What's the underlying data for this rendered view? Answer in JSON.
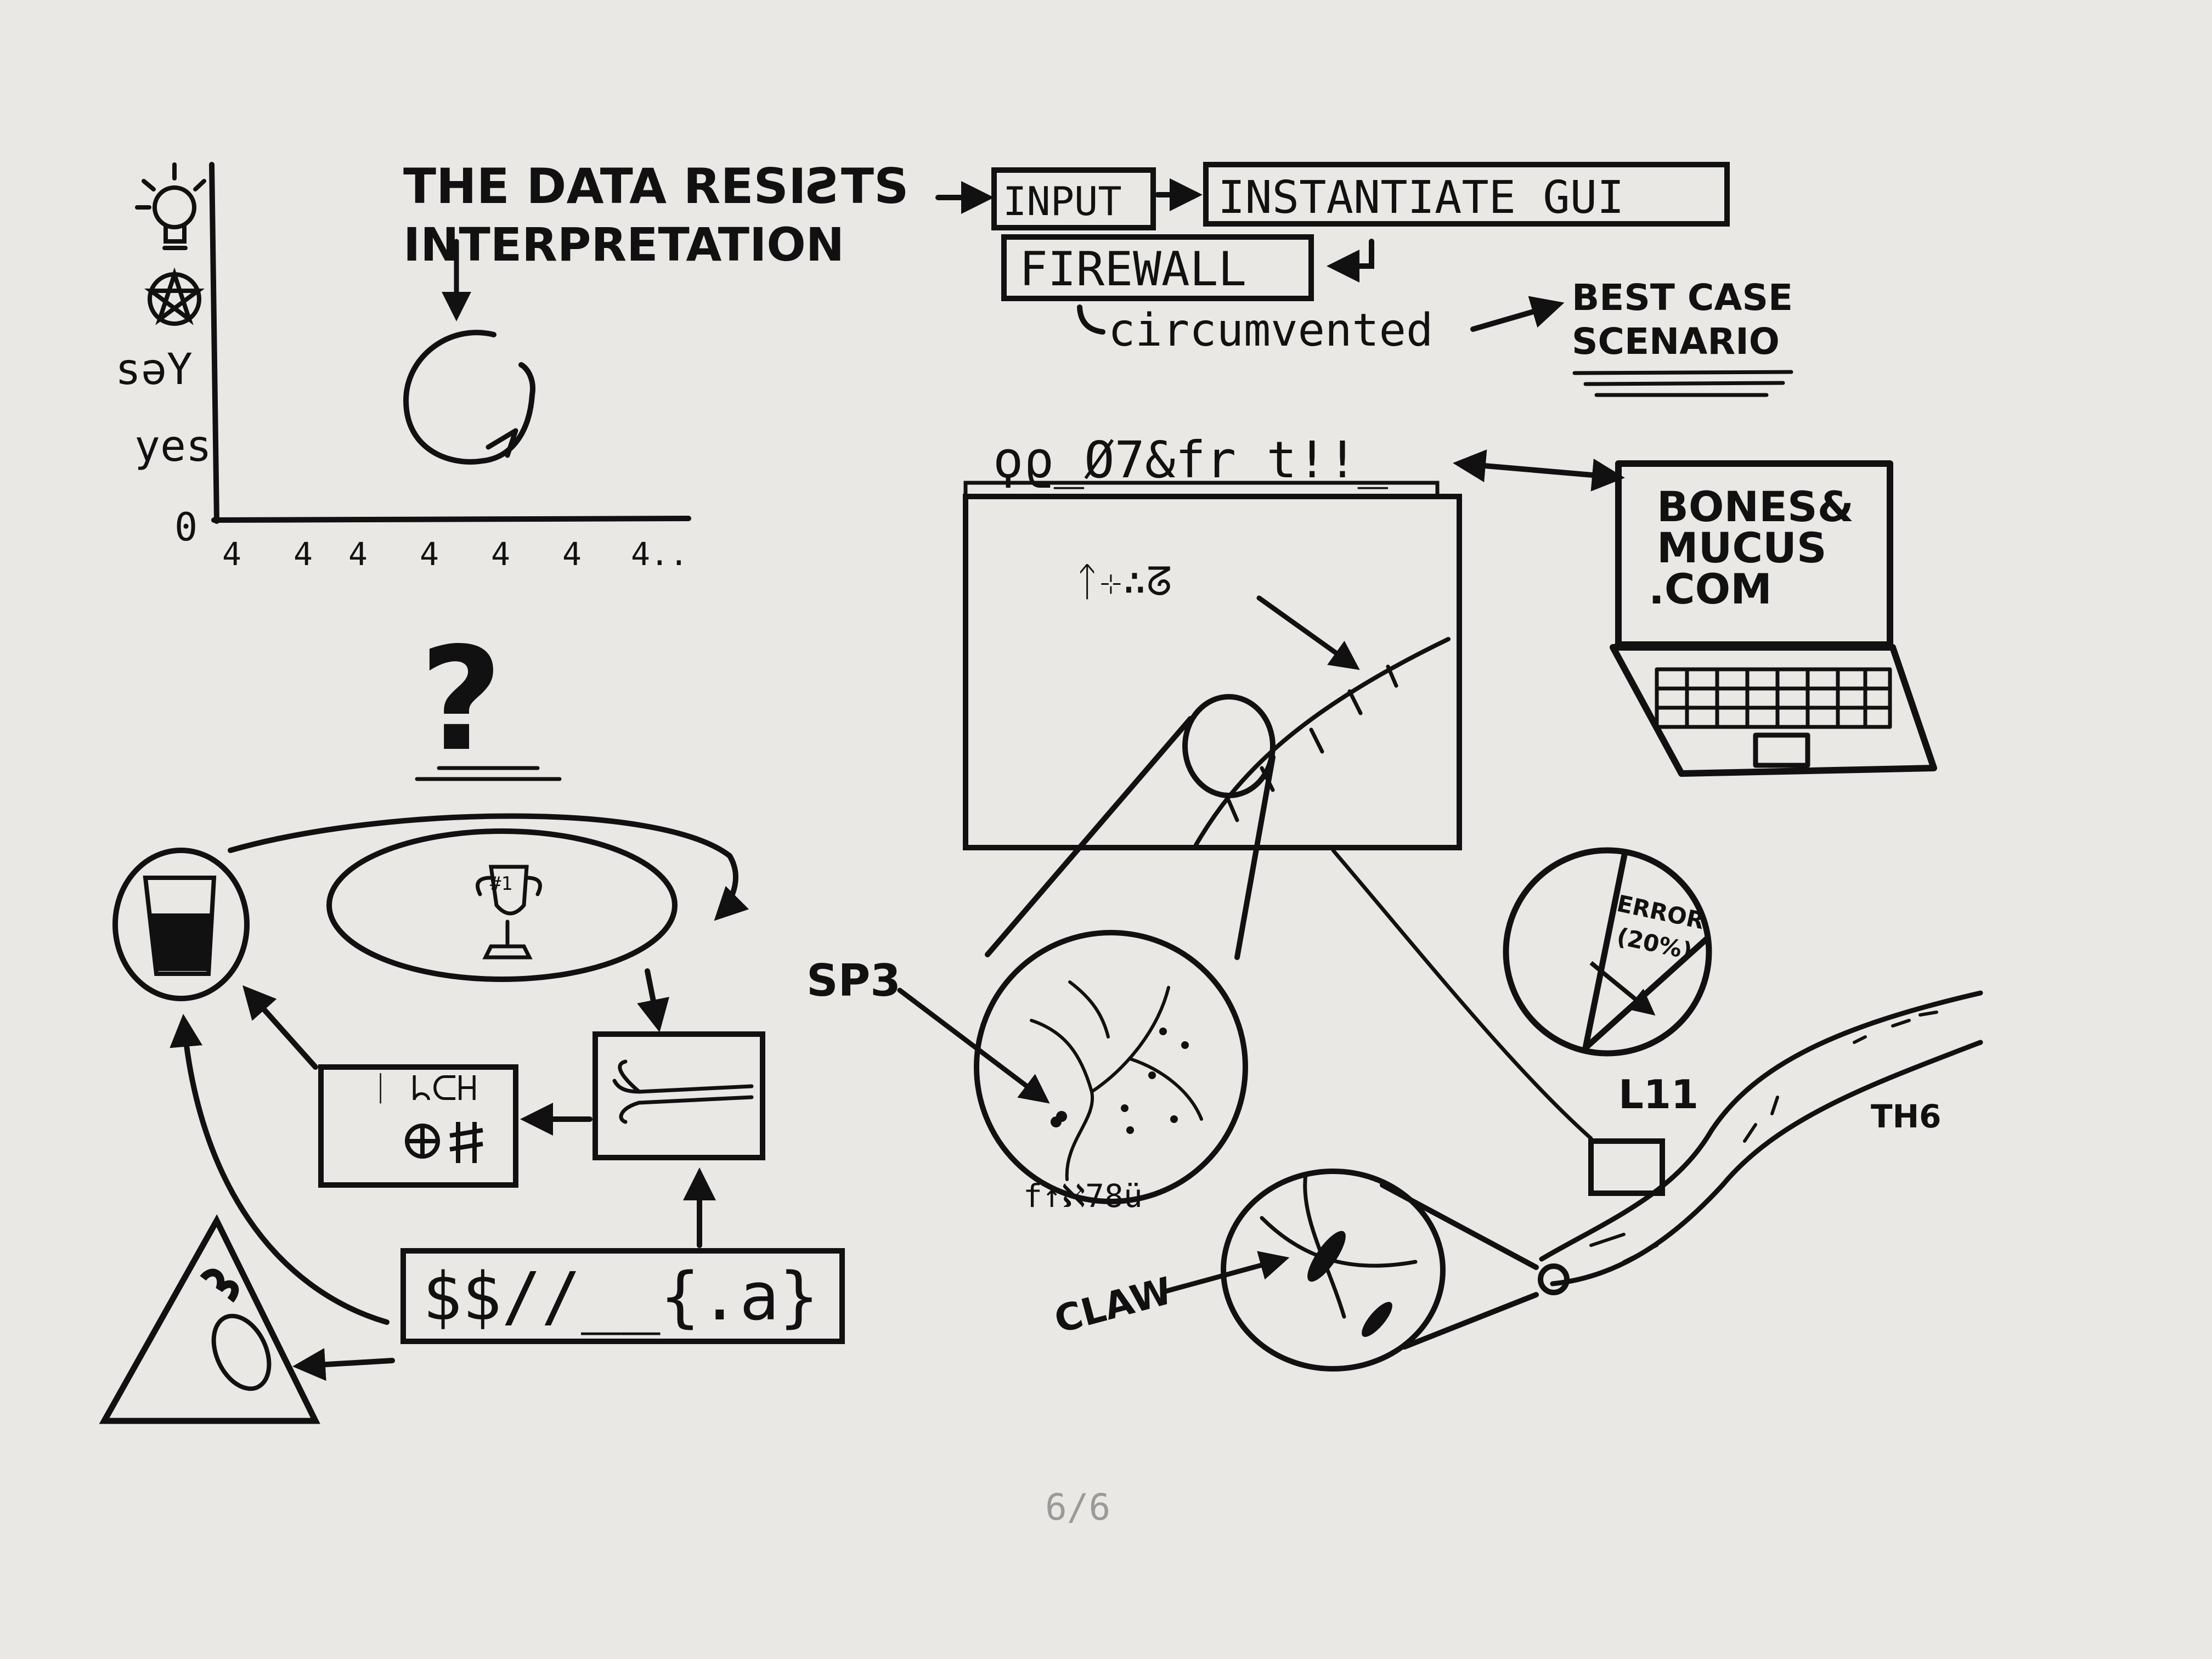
{
  "paper": {
    "background": "#e9e8e4",
    "ink": "#111111",
    "pencil": "#9a9a9a"
  },
  "chart": {
    "y_labels": [
      "sәY",
      "yes",
      "0"
    ],
    "x_labels": [
      "4",
      "4",
      "4",
      "4",
      "4",
      "4",
      "4.."
    ],
    "icons": [
      "lightbulb-icon",
      "pentagram-icon"
    ]
  },
  "title": {
    "line1": "THE DATA RESIƧTS",
    "line2": "INTERPRETATION"
  },
  "flow": {
    "input": "INPUT",
    "instantiate": "INSTANTIATE GUI",
    "firewall": "FIREWALL",
    "circumvented": "circumvented",
    "best_case_1": "BEST CASE",
    "best_case_2": "SCENARIO"
  },
  "screen": {
    "caption": "ϙϱ_Ø7&fr t!!_",
    "inner_label": "ᛏ⊹∴ᘔ",
    "sp3": "SP3",
    "bottom_code": "f↑ℵ78ü"
  },
  "laptop": {
    "line1": "BONES&",
    "line2": "MUCUS",
    "line3": ".COM"
  },
  "pie": {
    "error_label": "ERROR",
    "error_pct": "(20%)",
    "error_fraction": 0.2
  },
  "worm": {
    "l11": "L11",
    "th6": "TH6",
    "claw": "CLAW"
  },
  "loop": {
    "question": "?",
    "trophy": "#1",
    "glyph_box": "ᛁ ᖺᑕᕼ",
    "code": "$$//__{.a}"
  },
  "edition": "6/6"
}
